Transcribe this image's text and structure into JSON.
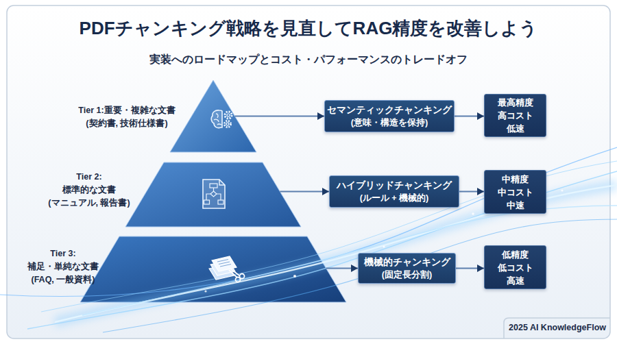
{
  "diagram": {
    "title": "PDFチャンキング戦略を見直してRAG精度を改善しよう",
    "nodes": [
      {
        "text": [
          "Tier 1:重要・複雑な文書",
          "(契約書, 技術仕様書)"
        ]
      },
      {
        "text": [
          "セマンティックチャンキング",
          "(意味・構造を保持)"
        ]
      },
      {
        "text": [
          "最高精度",
          "高コスト",
          "低速"
        ]
      },
      {
        "text": [
          "Tier 2:",
          "標準的な文書",
          "(マニュアル, 報告書)"
        ]
      },
      {
        "text": [
          "ハイブリッドチャンキング",
          "(ルール + 機械的)"
        ]
      },
      {
        "text": [
          "中精度",
          "中コスト",
          "中速"
        ]
      },
      {
        "text": [
          "Tier 3:",
          "補足・単純な文書",
          "(FAQ, 一般資料)"
        ]
      },
      {
        "text": [
          "機械的チャンキング",
          "(固定長分割)"
        ]
      },
      {
        "text": [
          "低精度",
          "低コスト",
          "高速"
        ]
      }
    ],
    "edges": [
      {
        "from": 0,
        "to": 1,
        "arrow": "to"
      },
      {
        "from": 1,
        "to": 2,
        "arrow": "to"
      },
      {
        "from": 3,
        "to": 4,
        "arrow": "to"
      },
      {
        "from": 4,
        "to": 5,
        "arrow": "to"
      },
      {
        "from": 6,
        "to": 7,
        "arrow": "to"
      },
      {
        "from": 7,
        "to": 8,
        "arrow": "to"
      }
    ],
    "labels": [
      "実装へのロードマップとコスト・パフォーマンスのトレードオフ",
      "2025 AI KnowledgeFlow"
    ]
  }
}
